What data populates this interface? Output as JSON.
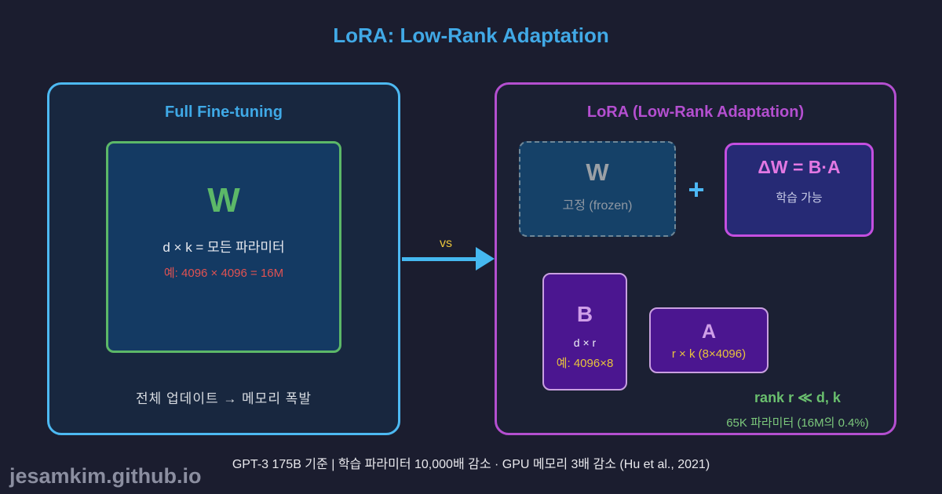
{
  "title": "LoRA: Low-Rank Adaptation",
  "left_panel": {
    "heading": "Full Fine-tuning",
    "w_box": {
      "symbol": "W",
      "line1": "d × k = 모든 파라미터",
      "line2": "예: 4096 × 4096 = 16M"
    },
    "caption": "전체 업데이트 → 메모리 폭발"
  },
  "vs": {
    "label": "vs"
  },
  "right_panel": {
    "heading": "LoRA (Low-Rank Adaptation)",
    "frozen_box": {
      "symbol": "W",
      "caption": "고정 (frozen)"
    },
    "plus_sign": "+",
    "delta_box": {
      "formula": "ΔW = B·A",
      "caption": "학습 가능"
    },
    "b_box": {
      "symbol": "B",
      "line1": "d × r",
      "line2": "예: 4096×8"
    },
    "a_box": {
      "symbol": "A",
      "line1": "r × k (8×4096)"
    },
    "rank_note": "rank r ≪ d, k",
    "params_note": "65K 파라미터 (16M의 0.4%)"
  },
  "footer": "GPT-3 175B 기준 | 학습 파라미터 10,000배 감소 · GPU 메모리 3배 감소 (Hu et al., 2021)",
  "watermark": "jesamkim.github.io",
  "colors": {
    "background": "#1b1d2f",
    "title_blue": "#41a9e6",
    "left_panel_border": "#4db9f2",
    "green_accent": "#5cb868",
    "red_accent": "#e05252",
    "gold_accent": "#e8c43c",
    "magenta_accent": "#b44fd0",
    "bright_magenta_border": "#c44fe0",
    "pink_formula": "#e378e3",
    "purple_matrix_fill": "#4b1690",
    "lavender_accent": "#cf9fe8",
    "indigo_fill": "#262a75",
    "frozen_blue_fill": "#154168",
    "frozen_gray": "#9aa0a6",
    "arrow_blue": "#45b8f0",
    "rank_green": "#6abf6e",
    "watermark_gray": "#8b8ea0"
  }
}
